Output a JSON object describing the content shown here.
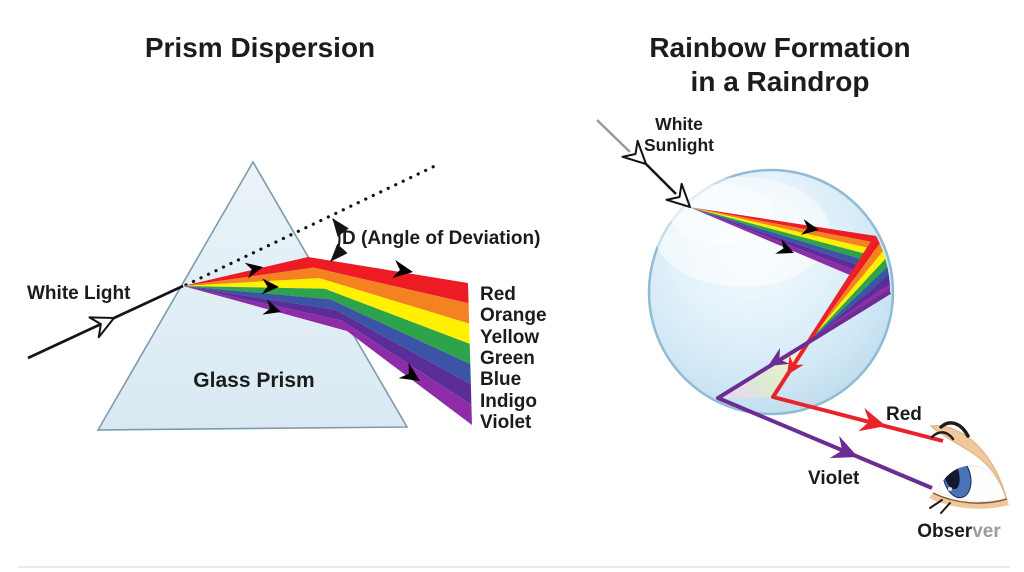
{
  "left": {
    "title": "Prism Dispersion",
    "white_light_label": "White Light",
    "prism_label": "Glass Prism",
    "deviation_label": "D (Angle of Deviation)",
    "spectrum_labels": [
      "Red",
      "Orange",
      "Yellow",
      "Green",
      "Blue",
      "Indigo",
      "Violet"
    ]
  },
  "right": {
    "title_line1": "Rainbow Formation",
    "title_line2": "in a Raindrop",
    "sunlight_label_line1": "White",
    "sunlight_label_line2": "Sunlight",
    "red_ray_label": "Red",
    "violet_ray_label": "Violet",
    "observer_label_dark": "Obser",
    "observer_label_light": "ver"
  },
  "colors": {
    "spectrum": [
      "#ED1B24",
      "#F58220",
      "#FFF100",
      "#2DA44B",
      "#3B54A5",
      "#5B2D99",
      "#8E2BA6"
    ],
    "red_ray": "#E8232B",
    "violet_ray": "#6B2D91",
    "text": "#1C1C1C"
  }
}
